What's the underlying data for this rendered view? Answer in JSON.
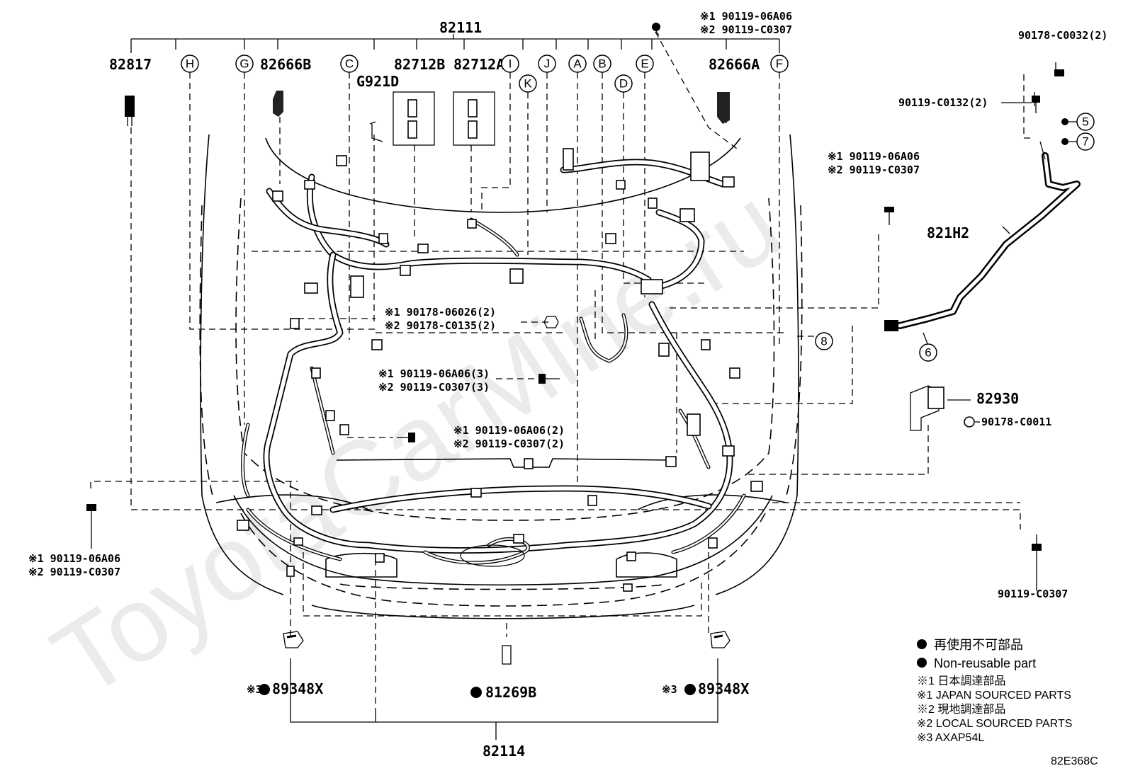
{
  "diagram_id": "82E368C",
  "watermark": "ToyotaCarMine.ru",
  "part_numbers": {
    "main_harness": "82111",
    "sensor_clip": "82817",
    "bracket_b": "82666B",
    "bracket_a": "82666A",
    "relay_block_b": "82712B",
    "relay_block_a": "82712A",
    "ground_wire": "G921D",
    "sub_harness": "821H2",
    "relay_bracket": "82930",
    "fog_harness": "82114",
    "cover": "81269B",
    "socket": "89348X"
  },
  "fasteners": {
    "top_bolt_1": "※1 90119-06A06",
    "top_bolt_2": "※2 90119-C0307",
    "nut_90178_c0032": "90178-C0032(2)",
    "bolt_90119_c0132": "90119-C0132(2)",
    "right_bolt_1": "※1 90119-06A06",
    "right_bolt_2": "※2 90119-C0307",
    "center_nut_1": "※1 90178-06026(2)",
    "center_nut_2": "※2 90178-C0135(2)",
    "center_bolt3_1": "※1 90119-06A06(3)",
    "center_bolt3_2": "※2 90119-C0307(3)",
    "center_bolt2_1": "※1 90119-06A06(2)",
    "center_bolt2_2": "※2 90119-C0307(2)",
    "nut_90178_c0011": "90178-C0011",
    "left_bolt_1": "※1 90119-06A06",
    "left_bolt_2": "※2 90119-C0307",
    "right_low_bolt": "90119-C0307"
  },
  "socket_prefix": "※3",
  "circle_letters": [
    "H",
    "G",
    "C",
    "I",
    "J",
    "K",
    "A",
    "B",
    "D",
    "E",
    "F"
  ],
  "circle_numbers": [
    "5",
    "7",
    "6",
    "8"
  ],
  "legend": {
    "line1": "再使用不可部品",
    "line2": "Non-reusable part",
    "line3": "※1 日本調達部品",
    "line4": "※1 JAPAN SOURCED PARTS",
    "line5": "※2 現地調達部品",
    "line6": "※2 LOCAL SOURCED PARTS",
    "line7": "※3 AXAP54L"
  }
}
